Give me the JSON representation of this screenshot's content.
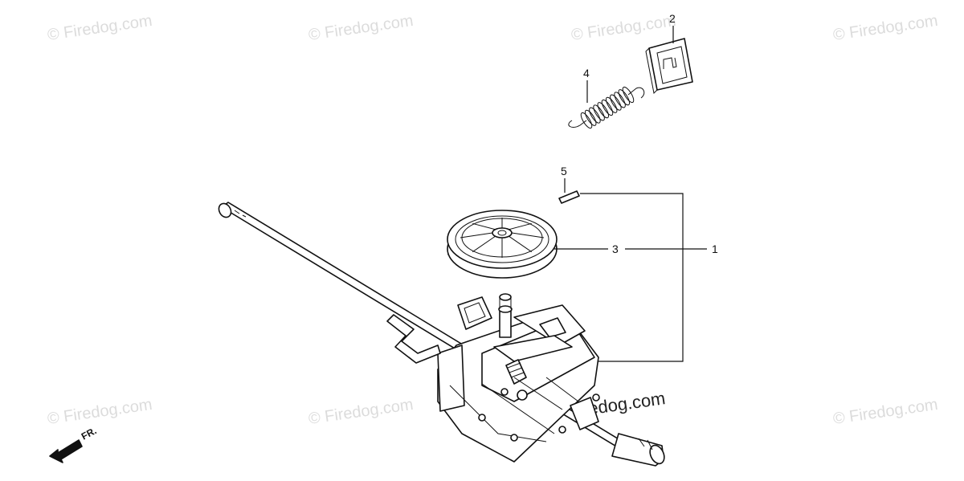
{
  "watermarks": [
    "© Firedog.com",
    "© Firedog.com",
    "© Firedog.com",
    "© Firedog.com",
    "© Firedog.com",
    "© Firedog.com",
    "© Firedog.com",
    "Firedog.com"
  ],
  "callouts": {
    "p1": "1",
    "p2": "2",
    "p3": "3",
    "p4": "4",
    "p5": "5"
  },
  "front_indicator": "FR."
}
